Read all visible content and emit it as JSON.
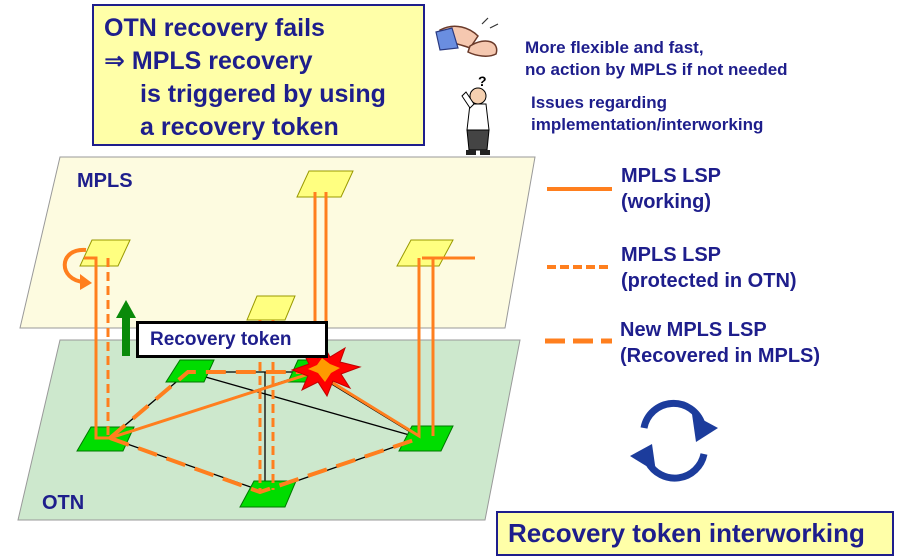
{
  "headline": {
    "line1": "OTN recovery fails",
    "line2": "⇒ MPLS recovery",
    "line3": "is triggered by using",
    "line4": "a recovery token"
  },
  "notes": {
    "flexible_line1": "More flexible and fast,",
    "flexible_line2": "no action by MPLS if not needed",
    "issues_line1": "Issues regarding",
    "issues_line2": "implementation/interworking"
  },
  "planes": {
    "mpls": "MPLS",
    "otn": "OTN"
  },
  "legend": [
    {
      "line1": "MPLS LSP",
      "line2": "(working)",
      "style": "solid"
    },
    {
      "line1": "MPLS LSP",
      "line2": "(protected in OTN)",
      "style": "dashed-short"
    },
    {
      "line1": "New MPLS LSP",
      "line2": "(Recovered in MPLS)",
      "style": "dashed-long"
    }
  ],
  "token_label": "Recovery token",
  "footer": "Recovery token interworking",
  "icons": [
    "clapping-hands-icon",
    "puzzled-man-icon",
    "refresh-cycle-icon",
    "explosion-icon",
    "up-arrow-icon",
    "rotate-arrow-icon"
  ],
  "colors": {
    "text": "#1e1e8c",
    "highlight_box": "#ffffa8",
    "mpls_plane": "#fdfbe0",
    "otn_plane": "#cde8cd",
    "mpls_node": "#ffff80",
    "otn_node": "#00dd00",
    "lsp": "#ff7f1e",
    "cycle_arrow": "#1c3c9c",
    "explosion": "#ff0000"
  }
}
